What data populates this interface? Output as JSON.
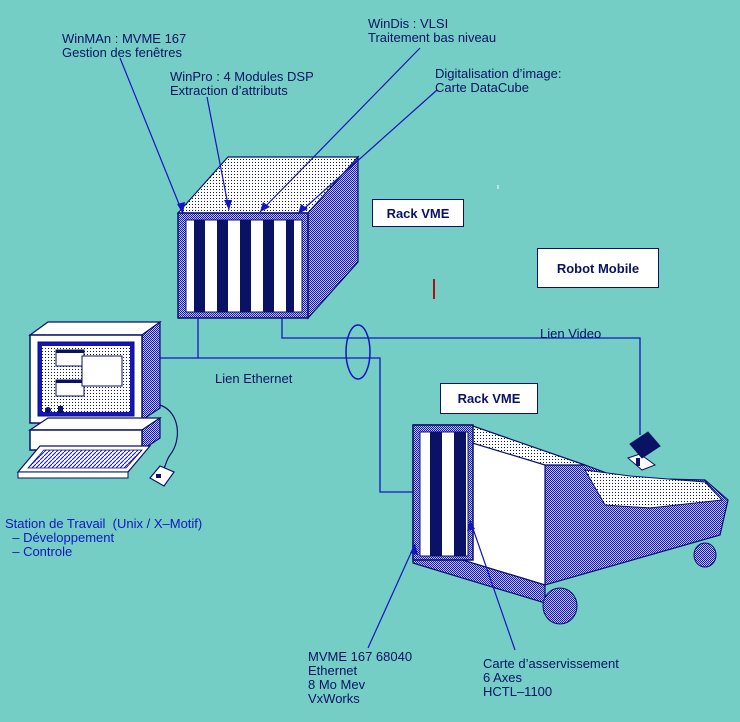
{
  "labels": {
    "winman": "WinMAn : MVME 167\nGestion des fenêtres",
    "windis": "WinDis : VLSI\nTraitement bas niveau",
    "winpro": "WinPro : 4 Modules DSP\nExtraction d’attributs",
    "digit": "Digitalisation d’image:\nCarte DataCube",
    "rack_vme_top": "Rack VME",
    "robot_mobile": "Robot Mobile",
    "lien_video": "Lien Video",
    "lien_ethernet": "Lien Ethernet",
    "rack_vme_robot": "Rack VME",
    "station": "Station de Travail  (Unix / X–Motif)\n  – Développement\n  – Controle",
    "mvme": "MVME 167 68040\nEthernet\n8 Mo Mev\nVxWorks",
    "carte": "Carte d’asservissement\n6 Axes\nHCTL–1100"
  },
  "colors": {
    "background": "#74cec5",
    "line": "#1515c0",
    "text_dark": "#0a1266"
  }
}
